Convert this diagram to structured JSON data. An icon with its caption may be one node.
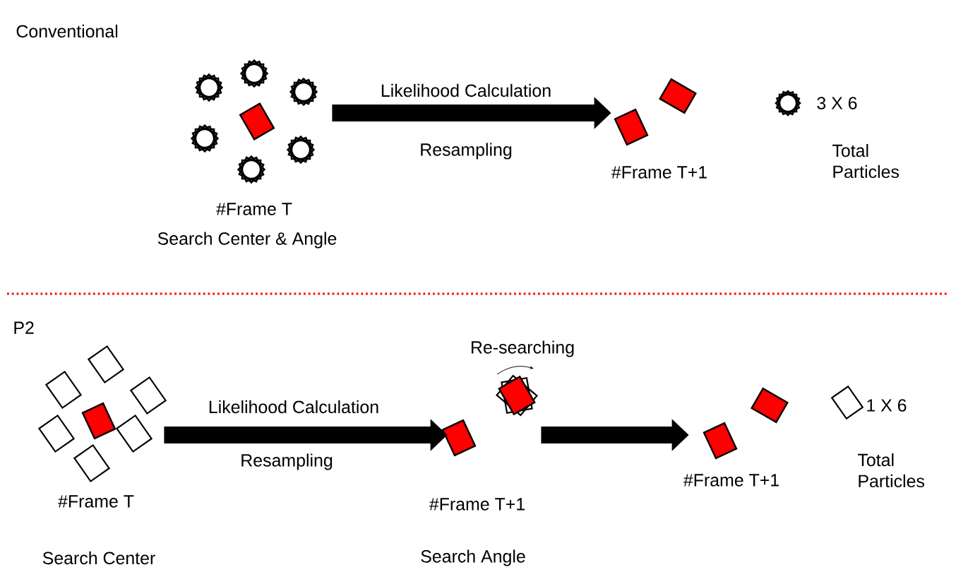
{
  "diagram": {
    "nodes": [
      {
        "text": [],
        "shape": "picture",
        "beside": [
          "#Frame T",
          "Search Center & Angle"
        ]
      },
      {
        "text": [],
        "shape": "picture",
        "beside": [
          "#Frame T+1"
        ]
      },
      {
        "text": [],
        "shape": "picture",
        "beside": [
          "#Frame T",
          "Search Center"
        ]
      },
      {
        "text": [],
        "shape": "picture",
        "beside": [
          "#Frame T+1",
          "Search Angle"
        ]
      },
      {
        "text": [],
        "shape": "picture",
        "beside": [
          "#Frame T+1"
        ]
      }
    ],
    "edges": [
      {
        "from": 0,
        "to": 1,
        "arrow": "to",
        "label": "Likelihood Calculation"
      },
      {
        "from": 2,
        "to": 3,
        "arrow": "to",
        "label": "Likelihood Calculation"
      },
      {
        "from": 3,
        "to": 4,
        "arrow": "to"
      }
    ],
    "labels": [
      "Conventional",
      "Resampling",
      "3 X 6",
      "Total Particles",
      "P2",
      "Resampling",
      "Re-searching",
      "1 X 6",
      "Total Particles"
    ]
  }
}
